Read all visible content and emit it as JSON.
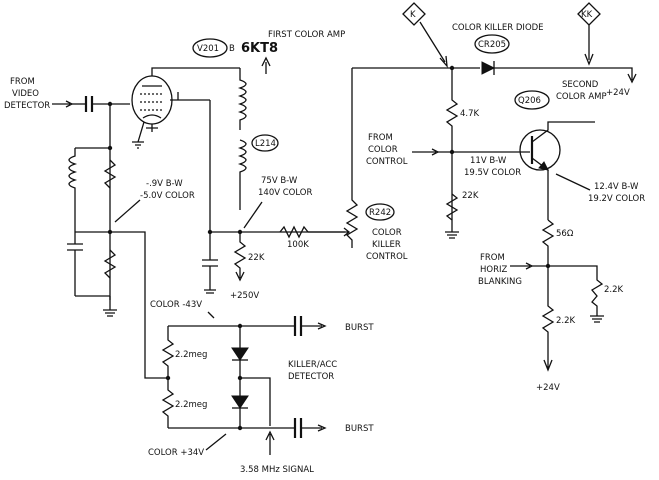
{
  "title": "FIRST COLOR AMP",
  "tube": {
    "ref": "V201",
    "section": "B",
    "type": "6KT8"
  },
  "input": {
    "line1": "FROM",
    "line2": "VIDEO",
    "line3": "DETECTOR"
  },
  "coil_l214": "L214",
  "grid_voltage": {
    "bw": "-.9V B-W",
    "color": "-5.0V COLOR"
  },
  "plate_voltage": {
    "bw": "75V B-W",
    "color": "140V COLOR"
  },
  "res_22k_left": "22K",
  "supply_250": "+250V",
  "res_100k": "100K",
  "r242": {
    "ref": "R242",
    "line1": "COLOR",
    "line2": "KILLER",
    "line3": "CONTROL"
  },
  "killer_diode": {
    "title": "COLOR KILLER DIODE",
    "ref": "CR205",
    "k": "K",
    "kk": "KK"
  },
  "res_4_7k": "4.7K",
  "from_color_control": {
    "line1": "FROM",
    "line2": "COLOR",
    "line3": "CONTROL"
  },
  "base_voltage": {
    "bw": "11V B-W",
    "color": "19.5V COLOR"
  },
  "res_22k_right": "22K",
  "q206": {
    "ref": "Q206",
    "line1": "SECOND",
    "line2": "COLOR AMP"
  },
  "supply_24_top": "+24V",
  "emitter_voltage": {
    "bw": "12.4V B-W",
    "color": "19.2V COLOR"
  },
  "res_56": "56Ω",
  "from_horiz": {
    "line1": "FROM",
    "line2": "HORIZ",
    "line3": "BLANKING"
  },
  "res_2_2k_a": "2.2K",
  "res_2_2k_b": "2.2K",
  "supply_24_bottom": "+24V",
  "color_neg43": "COLOR  -43V",
  "burst_top": "BURST",
  "burst_bottom": "BURST",
  "detector": {
    "line1": "KILLER/ACC",
    "line2": "DETECTOR"
  },
  "res_2_2meg_a": "2.2meg",
  "res_2_2meg_b": "2.2meg",
  "color_pos34": "COLOR +34V",
  "signal_358": "3.58 MHz  SIGNAL"
}
